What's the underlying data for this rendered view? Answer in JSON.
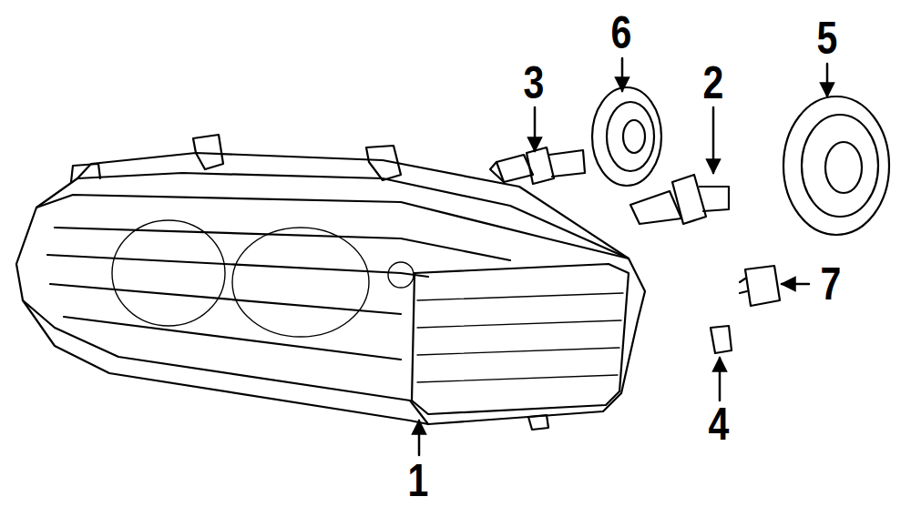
{
  "diagram": {
    "labels": [
      "6",
      "5",
      "3",
      "2",
      "7",
      "4",
      "1"
    ]
  }
}
